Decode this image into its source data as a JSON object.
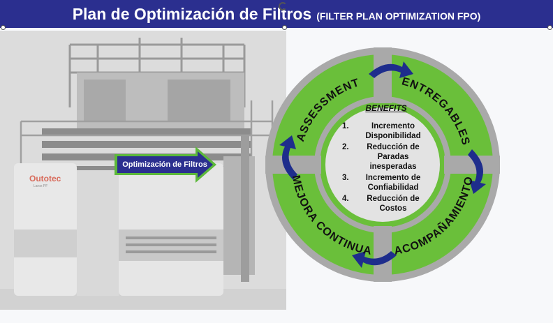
{
  "header": {
    "title": "Plan de Optimización de Filtros",
    "subtitle": "(FILTER PLAN OPTIMIZATION  FPO)"
  },
  "machine": {
    "brand": "Outotec",
    "model": "Larox PF"
  },
  "banner": {
    "label": "Optimización de Filtros"
  },
  "cycle": {
    "stages": [
      "ASSESSMENT",
      "ENTREGABLES",
      "ACOMPAÑAMIENTO",
      "MEJORA CONTINUA"
    ],
    "benefits_title": "BENEFITS",
    "benefits": [
      {
        "num": "1.",
        "text": "Incremento Disponibilidad"
      },
      {
        "num": "2.",
        "text": "Reducción de Paradas inesperadas"
      },
      {
        "num": "3.",
        "text": "Incremento de Confiabilidad"
      },
      {
        "num": "4.",
        "text": "Reducción de Costos"
      }
    ]
  },
  "colors": {
    "header_bg": "#2b2f8f",
    "ring_green": "#6abf3a",
    "ring_gray": "#a9a9a9",
    "arrow_navy": "#1e2d8c",
    "center_fill": "#e3e3e3",
    "banner_fill": "#2b2f8f",
    "banner_border": "#5cb83a"
  }
}
